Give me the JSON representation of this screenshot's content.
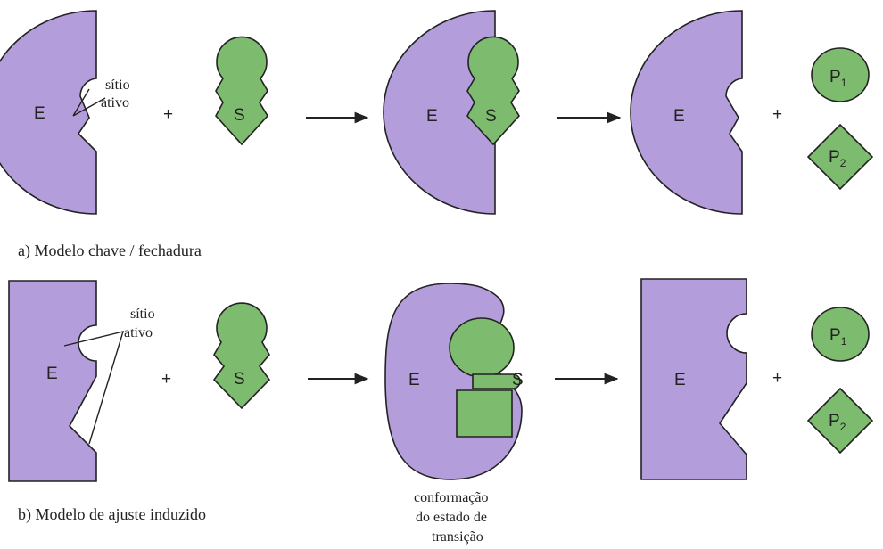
{
  "colors": {
    "enzyme": "#b39ddb",
    "substrate": "#7dbb6e",
    "outline": "#222222"
  },
  "labels": {
    "enzyme": "E",
    "substrate": "S",
    "plus": "+",
    "product1_main": "P",
    "product1_sub": "1",
    "product2_main": "P",
    "product2_sub": "2"
  },
  "model_a": {
    "caption": "a) Modelo chave / fechadura",
    "active_site_line1": "sítio",
    "active_site_line2": "ativo"
  },
  "model_b": {
    "caption": "b) Modelo de ajuste induzido",
    "active_site_line1": "sítio",
    "active_site_line2": "ativo",
    "transition_line1": "conformação",
    "transition_line2": "do estado de",
    "transition_line3": "transição"
  }
}
